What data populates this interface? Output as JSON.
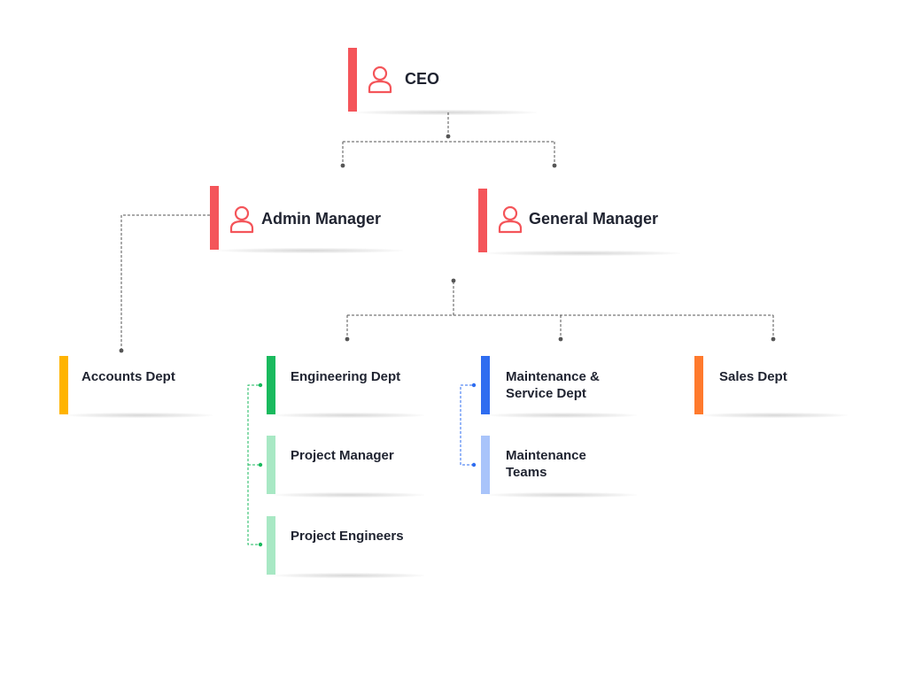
{
  "colors": {
    "executive": "#f4555a",
    "accounts": "#ffb400",
    "engineering": "#1aba5e",
    "engineering_light": "#a8e8c4",
    "maintenance": "#2f6df0",
    "maintenance_light": "#a9c4fa",
    "sales": "#ff7a2d",
    "connector": "#555555"
  },
  "executives": {
    "ceo": {
      "label": "CEO",
      "icon": "user-icon"
    },
    "admin_manager": {
      "label": "Admin Manager",
      "icon": "user-icon"
    },
    "general_manager": {
      "label": "General Manager",
      "icon": "user-icon"
    }
  },
  "departments": {
    "accounts": {
      "label": "Accounts Dept"
    },
    "engineering": {
      "label": "Engineering Dept"
    },
    "project_manager": {
      "label": "Project Manager"
    },
    "project_engineers": {
      "label": "Project Engineers"
    },
    "maintenance_service": {
      "line1": "Maintenance &",
      "line2": "Service Dept"
    },
    "maintenance_teams": {
      "line1": "Maintenance",
      "line2": "Teams"
    },
    "sales": {
      "label": "Sales Dept"
    }
  }
}
